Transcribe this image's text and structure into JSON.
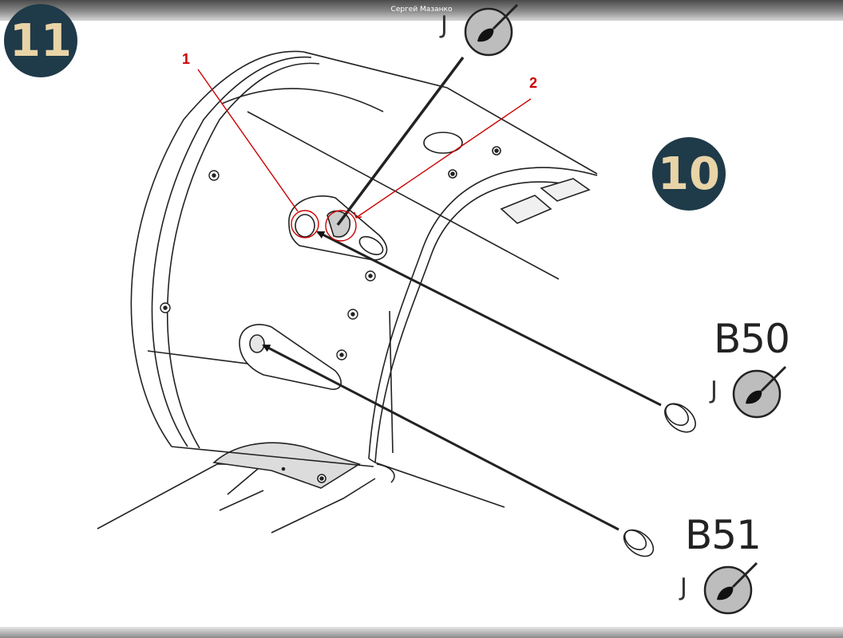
{
  "window": {
    "title": "Сергей Мазанко"
  },
  "steps": {
    "current": "11",
    "previous": "10"
  },
  "callouts": [
    {
      "number": "1",
      "color": "#cc0000"
    },
    {
      "number": "2",
      "color": "#cc0000"
    }
  ],
  "parts": [
    {
      "id": "B50",
      "paint": "J"
    },
    {
      "id": "B51",
      "paint": "J"
    }
  ],
  "top_paint": "J",
  "colors": {
    "badge_bg": "#1f3a49",
    "badge_text": "#e8d4a7",
    "callout_red": "#cc0000",
    "line": "#222222",
    "icon_fill": "#bdbdbd"
  },
  "icons": [
    "paintbrush-icon"
  ]
}
